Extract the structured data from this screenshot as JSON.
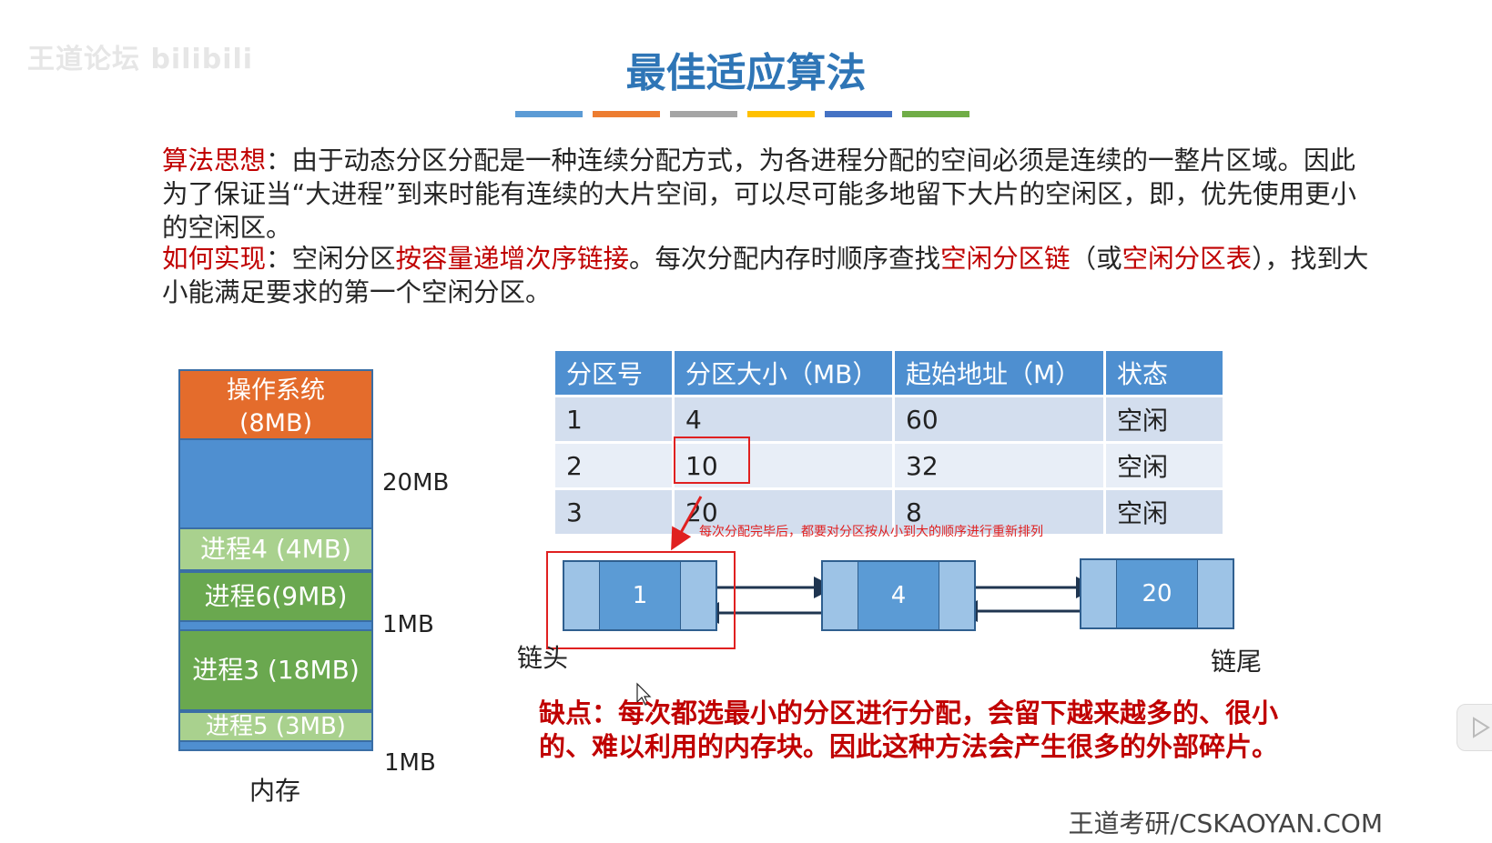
{
  "watermark": "王道论坛 bilibili",
  "title": "最佳适应算法",
  "bar_colors": [
    "#5b9bd5",
    "#ed7d31",
    "#a5a5a5",
    "#ffc000",
    "#4472c4",
    "#70ad47"
  ],
  "idea": {
    "label": "算法思想",
    "text": "：由于动态分区分配是一种连续分配方式，为各进程分配的空间必须是连续的一整片区域。因此为了保证当“大进程”到来时能有连续的大片空间，可以尽可能多地留下大片的空闲区，即，优先使用更小的空闲区。"
  },
  "impl": {
    "label": "如何实现",
    "t1": "：空闲分区",
    "r1": "按容量递增次序链接",
    "t2": "。每次分配内存时顺序查找",
    "r2": "空闲分区链",
    "t3": "（或",
    "r3": "空闲分区表",
    "t4": "），找到大小能满足要求的第一个空闲分区。"
  },
  "memory": {
    "os_line1": "操作系统",
    "os_line2": "(8MB)",
    "p4": "进程4 (4MB)",
    "p6": "进程6(9MB)",
    "p3": "进程3 (18MB)",
    "p5": "进程5 (3MB)",
    "label_20mb": "20MB",
    "label_1mb_a": "1MB",
    "label_1mb_b": "1MB",
    "caption": "内存"
  },
  "table": {
    "headers": [
      "分区号",
      "分区大小（MB）",
      "起始地址（M）",
      "状态"
    ],
    "rows": [
      [
        "1",
        "4",
        "60",
        "空闲"
      ],
      [
        "2",
        "10",
        "32",
        "空闲"
      ],
      [
        "3",
        "20",
        "8",
        "空闲"
      ]
    ]
  },
  "annotation": "每次分配完毕后，都要对分区按从小到大的顺序进行重新排列",
  "chain": {
    "nodes": [
      "1",
      "4",
      "20"
    ],
    "head": "链头",
    "tail": "链尾"
  },
  "drawback": {
    "line1": "缺点：每次都选最小的分区进行分配，会留下越来越多的、很小",
    "line2": "的、难以利用的内存块。因此这种方法会产生很多的外部碎片。"
  },
  "footer": "王道考研/CSKAOYAN.COM"
}
